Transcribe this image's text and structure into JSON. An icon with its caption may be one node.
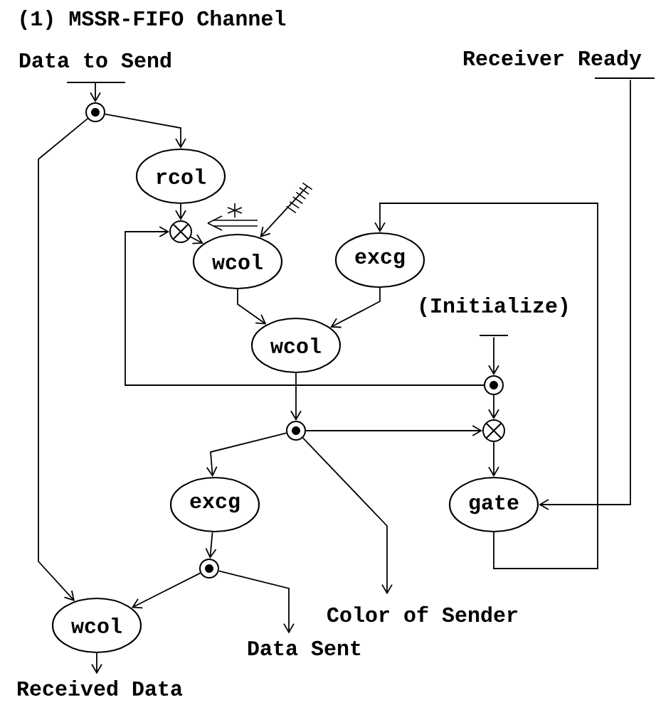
{
  "diagram": {
    "title": "(1) MSSR-FIFO Channel",
    "nodes": [
      {
        "text": [
          "Data to Send"
        ]
      },
      {
        "text": [],
        "shape": "circle"
      },
      {
        "text": [
          "rcol"
        ]
      },
      {
        "text": [],
        "shape": "circle"
      },
      {
        "text": [
          "wcol"
        ]
      },
      {
        "text": [
          "excg"
        ]
      },
      {
        "text": [
          "wcol"
        ]
      },
      {
        "text": [
          "(Initialize)"
        ]
      },
      {
        "text": [],
        "shape": "circle"
      },
      {
        "text": [],
        "shape": "circle"
      },
      {
        "text": [],
        "shape": "circle"
      },
      {
        "text": [
          "excg"
        ]
      },
      {
        "text": [
          "gate"
        ]
      },
      {
        "text": [],
        "shape": "circle"
      },
      {
        "text": [
          "wcol"
        ]
      },
      {
        "text": [
          "Received Data"
        ]
      },
      {
        "text": [
          "Data Sent"
        ]
      },
      {
        "text": [
          "Color of Sender"
        ]
      },
      {
        "text": [
          "Receiver Ready"
        ]
      }
    ],
    "edges": [
      {
        "from": 0,
        "to": 1,
        "arrow": "to"
      },
      {
        "from": 1,
        "to": 2,
        "arrow": "to"
      },
      {
        "from": 1,
        "to": 14,
        "arrow": "to"
      },
      {
        "from": 2,
        "to": 3,
        "arrow": "to"
      },
      {
        "from": 3,
        "to": 4,
        "arrow": "to"
      },
      {
        "from": 4,
        "to": 6,
        "arrow": "to"
      },
      {
        "from": 5,
        "to": 6,
        "arrow": "to"
      },
      {
        "from": 6,
        "to": 10,
        "arrow": "to"
      },
      {
        "from": 8,
        "to": 3,
        "arrow": "to"
      },
      {
        "from": 7,
        "to": 8,
        "arrow": "to"
      },
      {
        "from": 8,
        "to": 9,
        "arrow": "to"
      },
      {
        "from": 10,
        "to": 9,
        "arrow": "to"
      },
      {
        "from": 10,
        "to": 11,
        "arrow": "to"
      },
      {
        "from": 10,
        "to": 17,
        "arrow": "to"
      },
      {
        "from": 9,
        "to": 12,
        "arrow": "to"
      },
      {
        "from": 12,
        "to": 5,
        "arrow": "to"
      },
      {
        "from": 18,
        "to": 12,
        "arrow": "to"
      },
      {
        "from": 11,
        "to": 13,
        "arrow": "to"
      },
      {
        "from": 13,
        "to": 14,
        "arrow": "to"
      },
      {
        "from": 13,
        "to": 16,
        "arrow": "to"
      },
      {
        "from": 14,
        "to": 15,
        "arrow": "to"
      },
      {
        "from": null,
        "to": 4,
        "arrow": "to"
      }
    ]
  }
}
